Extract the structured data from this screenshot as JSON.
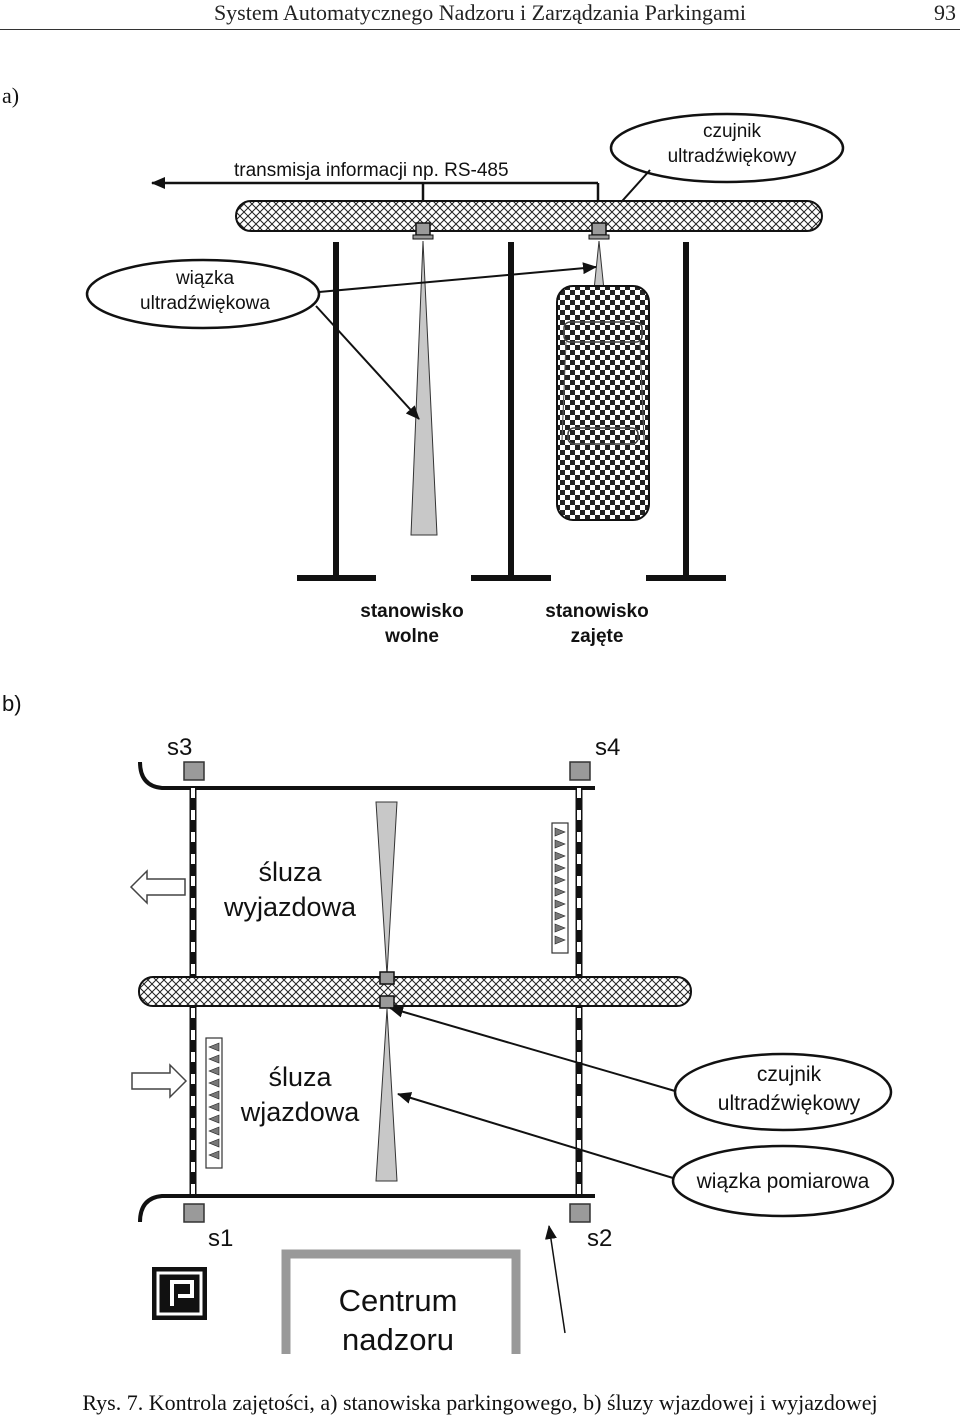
{
  "header": {
    "title": "System Automatycznego Nadzoru i Zarządzania Parkingami",
    "page_number": "93"
  },
  "panel_a": {
    "label": "a)",
    "transmission_label": "transmisja informacji np. RS-485",
    "sensor_callout": [
      "czujnik",
      "ultradźwiękowy"
    ],
    "beam_callout": [
      "wiązka",
      "ultradźwiękowa"
    ],
    "bay_free": [
      "stanowisko",
      "wolne"
    ],
    "bay_occupied": [
      "stanowisko",
      "zajęte"
    ]
  },
  "panel_b": {
    "label": "b)",
    "s1": "s1",
    "s2": "s2",
    "s3": "s3",
    "s4": "s4",
    "exit_lock": [
      "śluza",
      "wyjazdowa"
    ],
    "entry_lock": [
      "śluza",
      "wjazdowa"
    ],
    "sensor_callout": [
      "czujnik",
      "ultradźwiękowy"
    ],
    "beam_callout": "wiązka pomiarowa",
    "control_center": [
      "Centrum",
      "nadzoru"
    ]
  },
  "caption": "Rys. 7. Kontrola zajętości, a) stanowiska parkingowego, b) śluzy wjazdowej i wyjazdowej",
  "colors": {
    "line": "#111111",
    "beam_fill": "#c8c8c8",
    "sensor_fill": "#9a9a9a"
  }
}
